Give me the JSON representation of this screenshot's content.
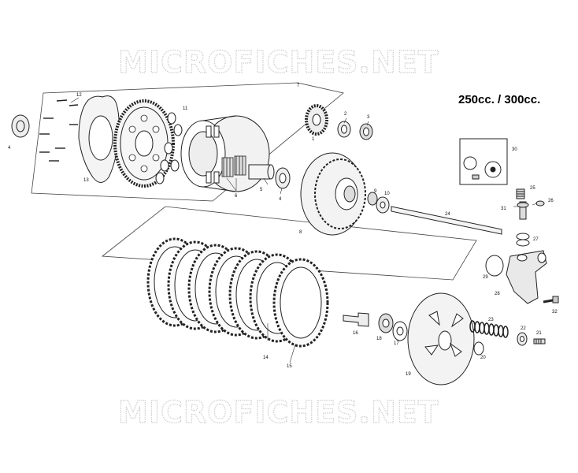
{
  "watermark_top": "MICROFICHES.NET",
  "watermark_bottom": "MICROFICHES.NET",
  "model_label": "250cc. / 300cc.",
  "callouts": {
    "n1": "1",
    "n2": "2",
    "n3": "3",
    "n4a": "4",
    "n4b": "4",
    "n5": "5",
    "n6": "6",
    "n7": "7",
    "n8": "8",
    "n9": "9",
    "n10": "10",
    "n11": "11",
    "n12": "12",
    "n13": "13",
    "n14": "14",
    "n15": "15",
    "n16": "16",
    "n17": "17",
    "n18": "18",
    "n19": "19",
    "n20": "20",
    "n21": "21",
    "n22": "22",
    "n23": "23",
    "n24": "24",
    "n25": "25",
    "n26": "26",
    "n27": "27",
    "n28": "28",
    "n29": "29",
    "n30": "30",
    "n31": "31",
    "n32": "32"
  }
}
